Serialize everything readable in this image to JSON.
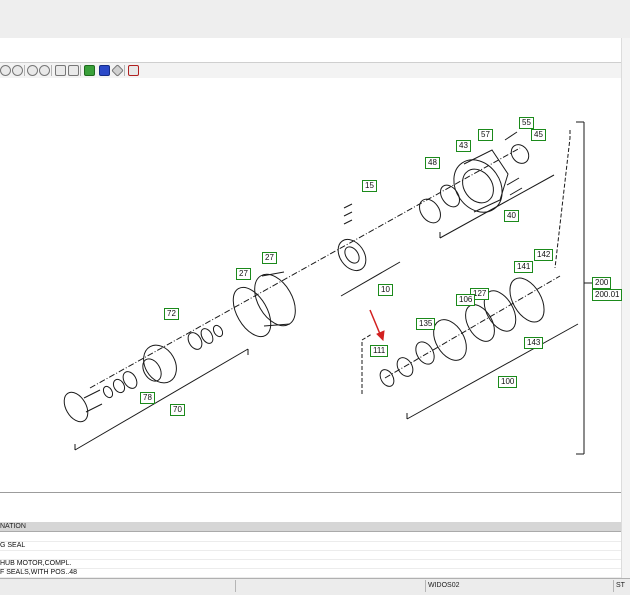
{
  "toolbar": {
    "icons": [
      "zoom-fit-icon",
      "zoom-page-icon",
      "zoom-in-icon",
      "zoom-out-icon",
      "print-icon",
      "print-preview-icon",
      "export-icon",
      "select-all-icon",
      "pen-icon",
      "flag-icon"
    ]
  },
  "drawing": {
    "callouts": [
      "55",
      "57",
      "45",
      "43",
      "48",
      "40",
      "15",
      "10",
      "27",
      "27",
      "72",
      "78",
      "70",
      "142",
      "141",
      "200",
      "200.01",
      "127",
      "106",
      "135",
      "111",
      "143",
      "100"
    ]
  },
  "parts": {
    "header": "NATION",
    "rows": [
      "G SEAL",
      "HUB MOTOR,COMPL.",
      "F SEALS,WITH POS..48"
    ]
  },
  "status": {
    "code": "WIDOS02",
    "extra": "ST"
  }
}
